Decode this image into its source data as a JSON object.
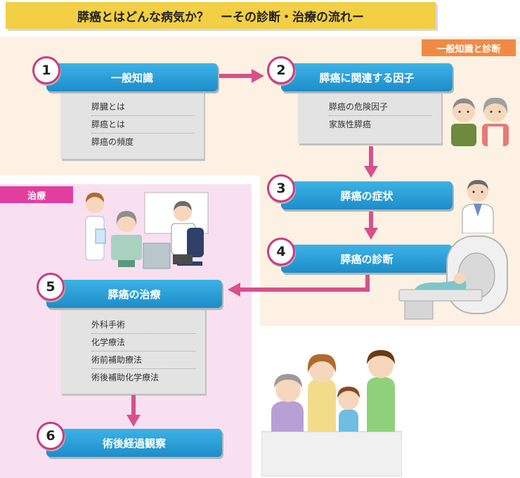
{
  "title": "膵癌とはどんな病気か？　ーその診断・治療の流れー",
  "zones": {
    "general_label": "一般知識と診断",
    "treatment_label": "治療"
  },
  "steps": [
    {
      "num": "1",
      "label": "一般知識",
      "items": [
        "膵臓とは",
        "膵癌とは",
        "膵癌の頻度"
      ]
    },
    {
      "num": "2",
      "label": "膵癌に関連する因子",
      "items": [
        "膵癌の危険因子",
        "家族性膵癌"
      ]
    },
    {
      "num": "3",
      "label": "膵癌の症状",
      "items": []
    },
    {
      "num": "4",
      "label": "膵癌の診断",
      "items": []
    },
    {
      "num": "5",
      "label": "膵癌の治療",
      "items": [
        "外科手術",
        "化学療法",
        "術前補助療法",
        "術後補助化学療法"
      ]
    },
    {
      "num": "6",
      "label": "術後経過観察",
      "items": []
    }
  ],
  "colors": {
    "step_blue": "#1d8dc9",
    "arrow_pink": "#d8508a",
    "banner_yellow": "#f2cf44",
    "general_tag": "#f08a45",
    "treatment_tag": "#e23ea0",
    "general_zone": "#fcf1e2",
    "treatment_zone": "#f9e0f1"
  },
  "icons": [
    "elderly-couple-illustration",
    "doctor-illustration",
    "ct-scanner-illustration",
    "consultation-illustration",
    "family-illustration"
  ]
}
